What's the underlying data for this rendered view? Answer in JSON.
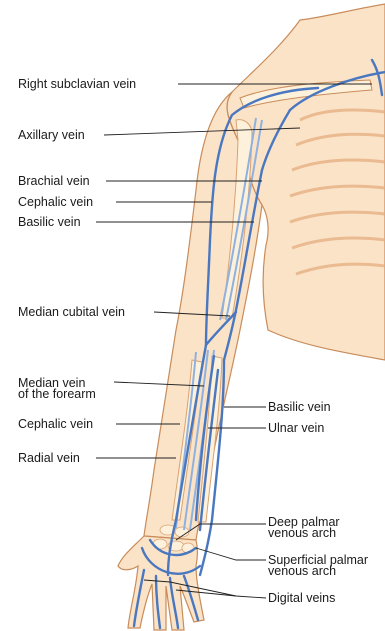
{
  "diagram": {
    "labels": {
      "right_subclavian": "Right subclavian vein",
      "axillary": "Axillary vein",
      "brachial": "Brachial vein",
      "cephalic_upper": "Cephalic vein",
      "basilic_upper": "Basilic vein",
      "median_cubital": "Median cubital vein",
      "median_forearm_1": "Median vein",
      "median_forearm_2": "of the forearm",
      "cephalic_lower": "Cephalic vein",
      "radial": "Radial vein",
      "basilic_lower": "Basilic vein",
      "ulnar": "Ulnar vein",
      "deep_palmar_1": "Deep palmar",
      "deep_palmar_2": "venous arch",
      "superficial_palmar_1": "Superficial palmar",
      "superficial_palmar_2": "venous arch",
      "digital": "Digital veins"
    },
    "colors": {
      "skin": "#fbe3c8",
      "skin_outline": "#c98c5a",
      "muscle": "#f6cfa7",
      "bone": "#fdf1dc",
      "vein": "#4a78c0",
      "vein_light": "#8fb1df",
      "leader": "#222222"
    }
  }
}
